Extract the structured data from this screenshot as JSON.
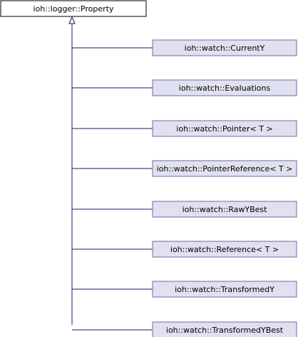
{
  "base_class": {
    "label": "ioh::logger::Property"
  },
  "derived_classes": [
    {
      "label": "ioh::watch::CurrentY"
    },
    {
      "label": "ioh::watch::Evaluations"
    },
    {
      "label": "ioh::watch::Pointer< T >"
    },
    {
      "label": "ioh::watch::PointerReference< T >"
    },
    {
      "label": "ioh::watch::RawYBest"
    },
    {
      "label": "ioh::watch::Reference< T >"
    },
    {
      "label": "ioh::watch::TransformedY"
    },
    {
      "label": "ioh::watch::TransformedYBest"
    }
  ],
  "colors": {
    "edge": "#191970",
    "base_fill": "#ffffff",
    "base_border": "#000000",
    "derived_fill": "#e0e0f0",
    "derived_border": "#6d6daa"
  }
}
